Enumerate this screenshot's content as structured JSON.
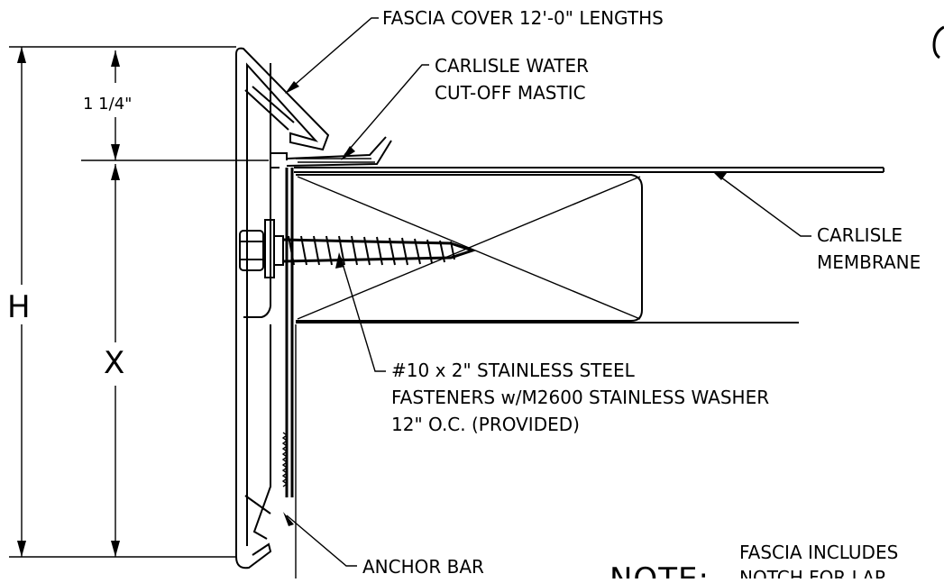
{
  "labels": {
    "fascia_cover": "FASCIA COVER 12'-0\" LENGTHS",
    "mastic_line1": "CARLISLE WATER",
    "mastic_line2": "CUT-OFF MASTIC",
    "membrane_line1": "CARLISLE",
    "membrane_line2": "MEMBRANE",
    "fastener_line1": "#10 x 2\" STAINLESS STEEL",
    "fastener_line2": "FASTENERS w/M2600 STAINLESS WASHER",
    "fastener_line3": "12\" O.C. (PROVIDED)",
    "anchor_bar": "ANCHOR BAR"
  },
  "dimensions": {
    "h": "H",
    "x": "X",
    "top_offset": "1 1/4\""
  },
  "note": {
    "title": "NOTE:",
    "line1": "FASCIA INCLUDES",
    "line2": "NOTCH FOR LAP"
  }
}
